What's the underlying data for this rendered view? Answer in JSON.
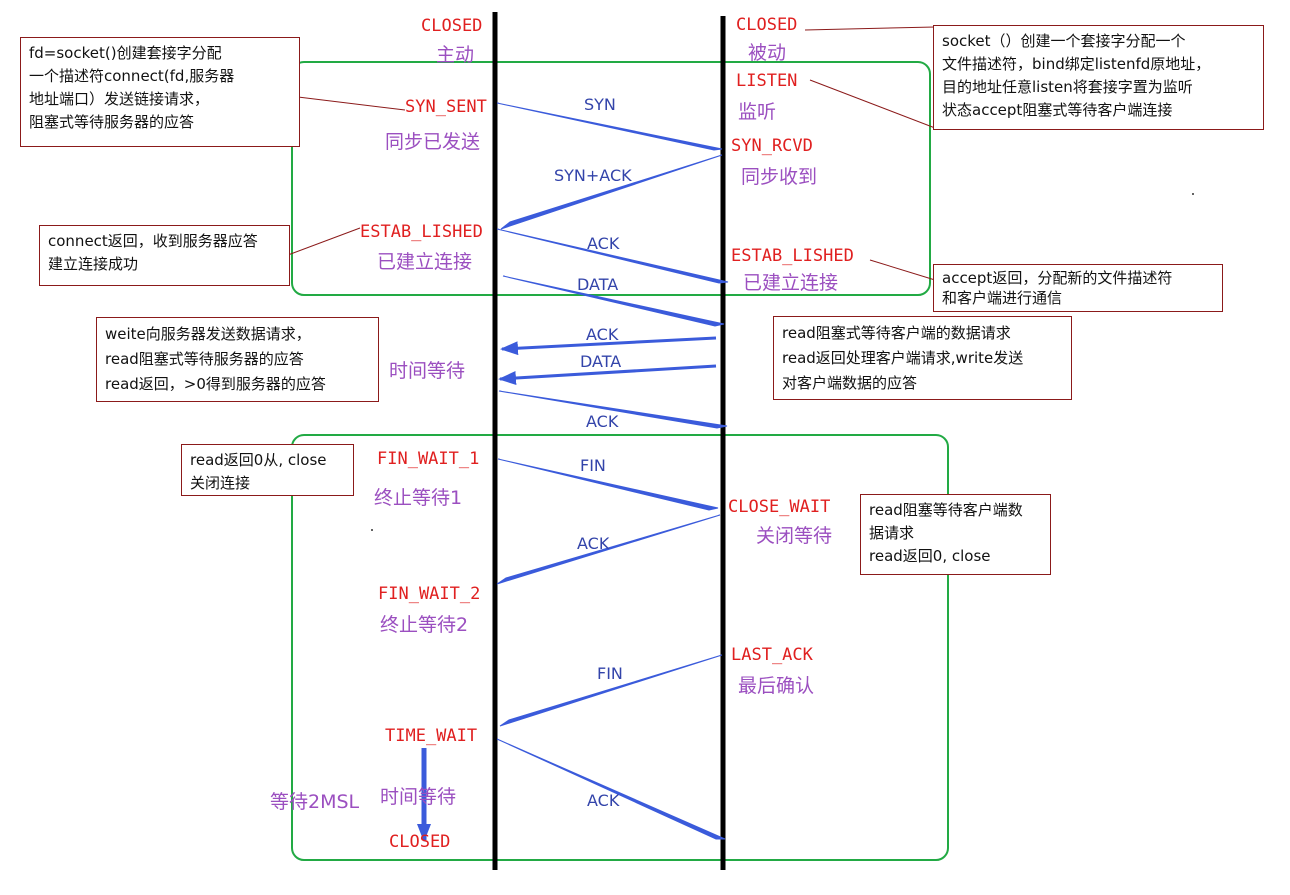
{
  "colors": {
    "state": "#e02020",
    "chinese_label": "#9b4fc0",
    "message_label": "#3344aa",
    "arrow": "#3b5bdb",
    "timeline": "#000000",
    "group_box": "#22aa44",
    "note_border": "#8b1a1a"
  },
  "client": {
    "closed_top": "CLOSED",
    "role": "主动",
    "syn_sent": "SYN_SENT",
    "syn_sent_cn": "同步已发送",
    "established": "ESTAB_LISHED",
    "established_cn": "已建立连接",
    "time_wait_data_cn": "时间等待",
    "fin_wait_1": "FIN_WAIT_1",
    "fin_wait_1_cn": "终止等待1",
    "fin_wait_2": "FIN_WAIT_2",
    "fin_wait_2_cn": "终止等待2",
    "time_wait": "TIME_WAIT",
    "time_wait_cn": "时间等待",
    "wait_2msl": "等待2MSL",
    "closed_bottom": "CLOSED"
  },
  "server": {
    "closed_top": "CLOSED",
    "role": "被动",
    "listen": "LISTEN",
    "listen_cn": "监听",
    "syn_rcvd": "SYN_RCVD",
    "syn_rcvd_cn": "同步收到",
    "established": "ESTAB_LISHED",
    "established_cn": "已建立连接",
    "close_wait": "CLOSE_WAIT",
    "close_wait_cn": "关闭等待",
    "last_ack": "LAST_ACK",
    "last_ack_cn": "最后确认"
  },
  "messages": {
    "syn": "SYN",
    "syn_ack": "SYN+ACK",
    "ack1": "ACK",
    "data1": "DATA",
    "ack2": "ACK",
    "data2": "DATA",
    "ack3": "ACK",
    "fin1": "FIN",
    "ack4": "ACK",
    "fin2": "FIN",
    "ack5": "ACK"
  },
  "notes": {
    "client_socket": "fd=socket()创建套接字分配\n一个描述符connect(fd,服务器\n地址端口）发送链接请求，\n阻塞式等待服务器的应答",
    "server_socket": "socket（）创建一个套接字分配一个\n文件描述符，bind绑定listenfd原地址，\n目的地址任意listen将套接字置为监听\n状态accept阻塞式等待客户端连接",
    "client_connect_return": "connect返回，收到服务器应答\n建立连接成功",
    "server_accept_return": "accept返回，分配新的文件描述符\n和客户端进行通信",
    "client_write": "weite向服务器发送数据请求，\nread阻塞式等待服务器的应答\nread返回，>0得到服务器的应答",
    "server_read": "read阻塞式等待客户端的数据请求\nread返回处理客户端请求,write发送\n对客户端数据的应答",
    "client_close": "read返回0从, close\n关闭连接",
    "server_close": "read阻塞等待客户端数\n据请求\nread返回0, close"
  }
}
